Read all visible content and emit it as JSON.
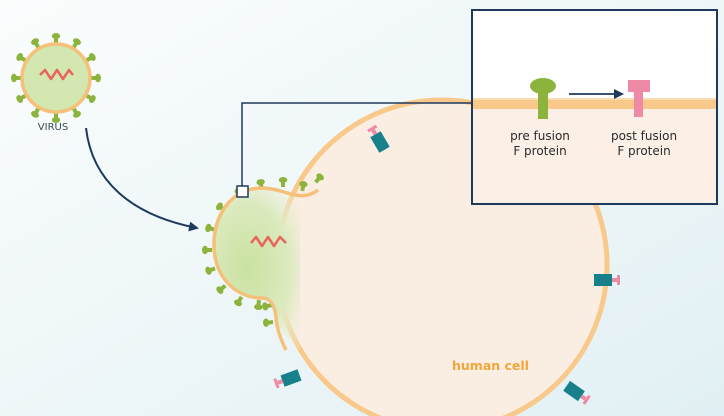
{
  "labels": {
    "virus": "VIRUS",
    "human_cell": "human cell",
    "pre_fusion": [
      "pre fusion",
      "F protein"
    ],
    "post_fusion": [
      "post fusion",
      "F protein"
    ]
  },
  "colors": {
    "background_start": "#fbfdfd",
    "background_end": "#e1f0f4",
    "cell_fill": "#faeee3",
    "membrane": "#f8c98a",
    "virus_fill": "#d3e7b0",
    "virus_membrane": "#f5c07a",
    "pre_fusion_protein": "#8cb43c",
    "post_fusion_protein": "#ee8aa6",
    "receptor": "#17808a",
    "rna": "#e8645c",
    "pointer_line": "#1d3a5c",
    "human_cell_label": "#f2a53a"
  },
  "icons": [
    "virus-icon",
    "pre-fusion-f-protein-icon",
    "post-fusion-f-protein-icon",
    "cell-receptor-icon",
    "viral-rna-icon",
    "arrow-icon"
  ]
}
